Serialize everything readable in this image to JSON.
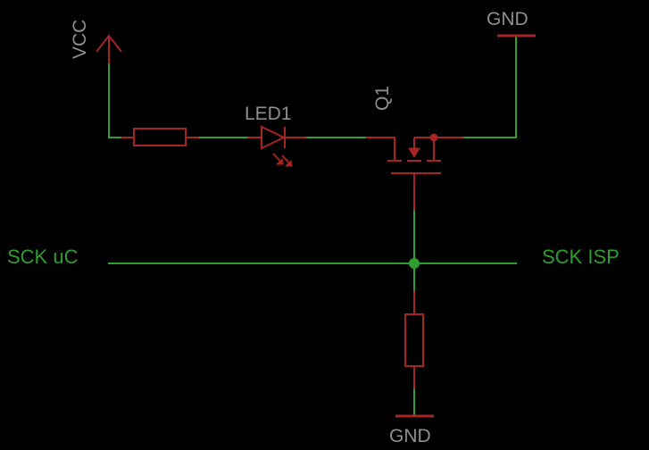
{
  "labels": {
    "vcc": "VCC",
    "gnd_top": "GND",
    "gnd_bottom": "GND",
    "led": "LED1",
    "transistor": "Q1",
    "net_left": "SCK uC",
    "net_right": "SCK ISP"
  },
  "colors": {
    "background": "#000000",
    "wire": "#2e9e2e",
    "component": "#a52424",
    "label": "#8f8f8f",
    "net_label": "#2e9e2e"
  }
}
